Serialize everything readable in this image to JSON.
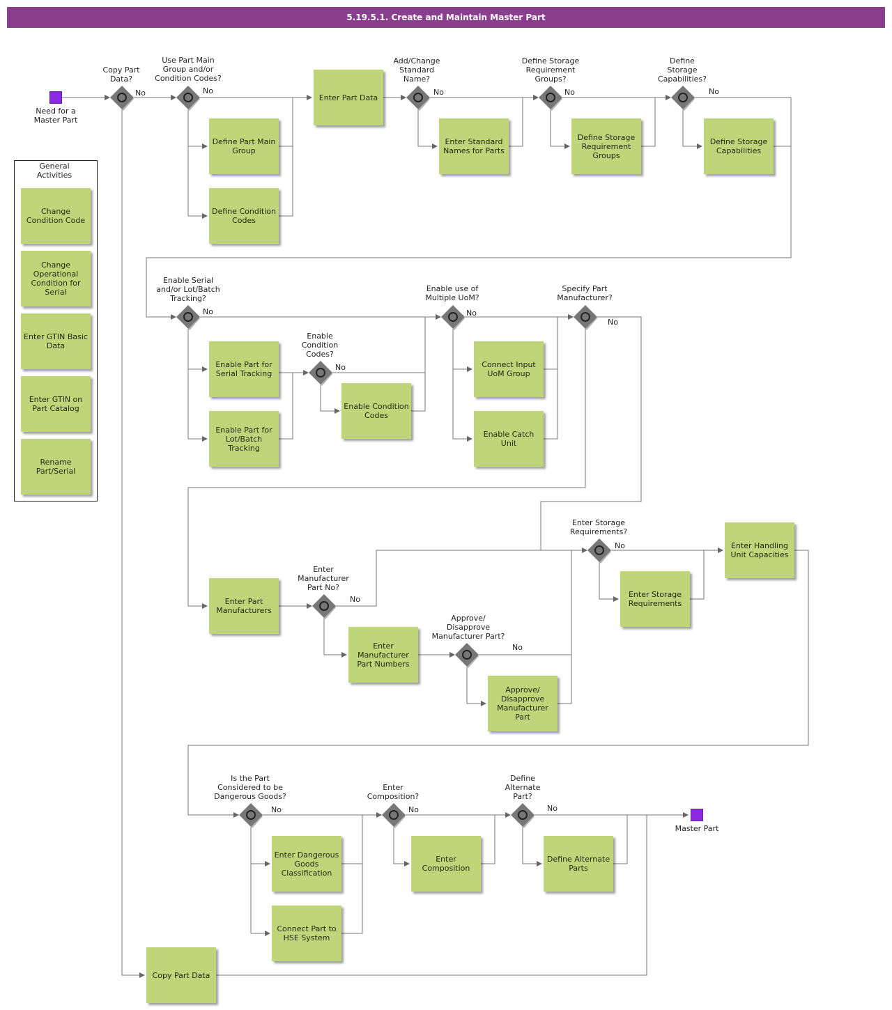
{
  "title": "5.19.5.1. Create and Maintain Master Part",
  "colors": {
    "title_bg": "#8a3f8e",
    "activity": "#bfd57a",
    "event": "#8a2be2",
    "gateway": "#777777"
  },
  "no_label": "No",
  "start_event": "Need for a\nMaster Part",
  "end_event": "Master Part",
  "legend": {
    "title": "General\nActivities",
    "items": [
      "Change Condition Code",
      "Change Operational Condition for Serial",
      "Enter GTIN Basic Data",
      "Enter GTIN on Part Catalog",
      "Rename Part/Serial"
    ]
  },
  "gateways": [
    "Copy Part\nData?",
    "Use Part Main\nGroup and/or\nCondition Codes?",
    "Add/Change\nStandard\nName?",
    "Define Storage\nRequirement\nGroups?",
    "Define\nStorage\nCapabilities?",
    "Enable Serial\nand/or Lot/Batch\nTracking?",
    "Enable\nCondition\nCodes?",
    "Enable use of\nMultiple UoM?",
    "Specify Part\nManufacturer?",
    "Enter\nManufacturer\nPart No?",
    "Approve/\nDisapprove\nManufacturer Part?",
    "Enter Storage\nRequirements?",
    "Is the Part\nConsidered to be\nDangerous Goods?",
    "Enter\nComposition?",
    "Define\nAlternate\nPart?"
  ],
  "activities": [
    "Define Part Main Group",
    "Define Condition Codes",
    "Enter Part Data",
    "Enter Standard Names for Parts",
    "Define Storage Requirement Groups",
    "Define Storage Capabilities",
    "Enable Part for Serial Tracking",
    "Enable Part for Lot/Batch Tracking",
    "Enable Condition Codes",
    "Connect Input UoM Group",
    "Enable Catch Unit",
    "Enter Part Manufacturers",
    "Enter Manufacturer Part Numbers",
    "Approve/ Disapprove Manufacturer Part",
    "Enter Storage Requirements",
    "Enter Handling Unit Capacities",
    "Enter Dangerous Goods Classification",
    "Connect Part to HSE System",
    "Enter Composition",
    "Define Alternate Parts",
    "Copy Part Data"
  ]
}
